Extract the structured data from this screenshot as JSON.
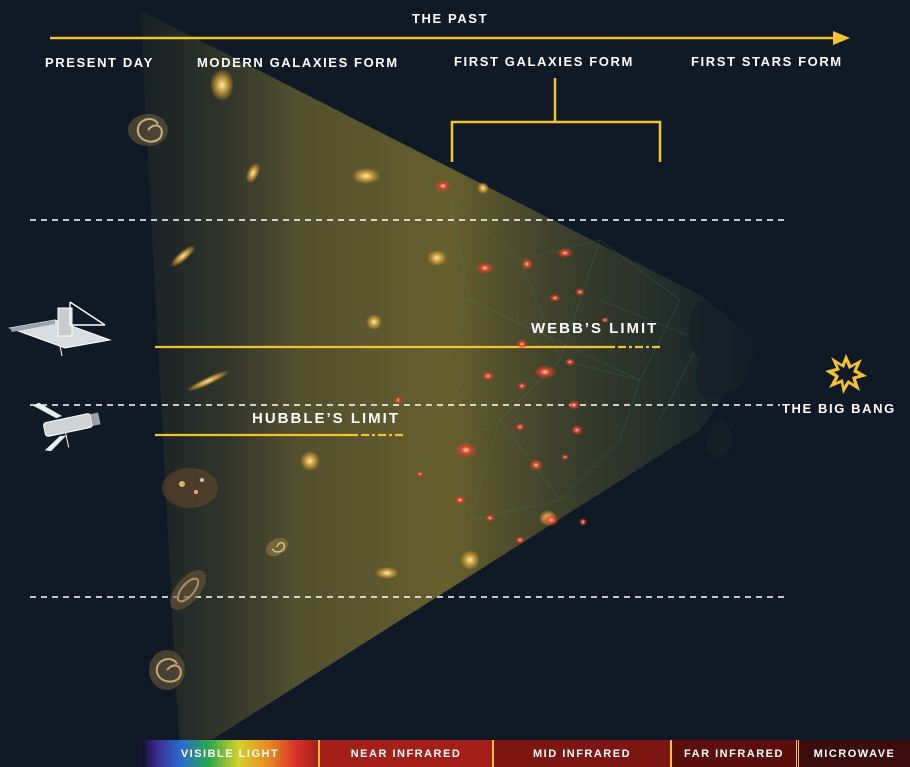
{
  "header": {
    "arrow_label": "THE PAST",
    "present_day": "PRESENT DAY",
    "modern_galaxies": "MODERN GALAXIES FORM",
    "first_galaxies": "FIRST GALAXIES FORM",
    "first_stars": "FIRST STARS FORM"
  },
  "limits": {
    "webb": "WEBB’S LIMIT",
    "hubble": "HUBBLE’S LIMIT"
  },
  "big_bang": "THE BIG BANG",
  "spectrum": {
    "visible": "VISIBLE LIGHT",
    "near_infrared": "NEAR INFRARED",
    "mid_infrared": "MID INFRARED",
    "far_infrared": "FAR INFRARED",
    "microwave": "MICROWAVE"
  },
  "icons": {
    "webb": "webb-telescope-icon",
    "hubble": "hubble-telescope-icon",
    "big_bang": "starburst-icon"
  },
  "colors": {
    "background": "#0f1a26",
    "accent": "#f2c230",
    "near_infrared": "#a51f1a",
    "mid_infrared": "#7c1612",
    "far_infrared": "#5a0f0c",
    "microwave": "#3a0c0b"
  }
}
